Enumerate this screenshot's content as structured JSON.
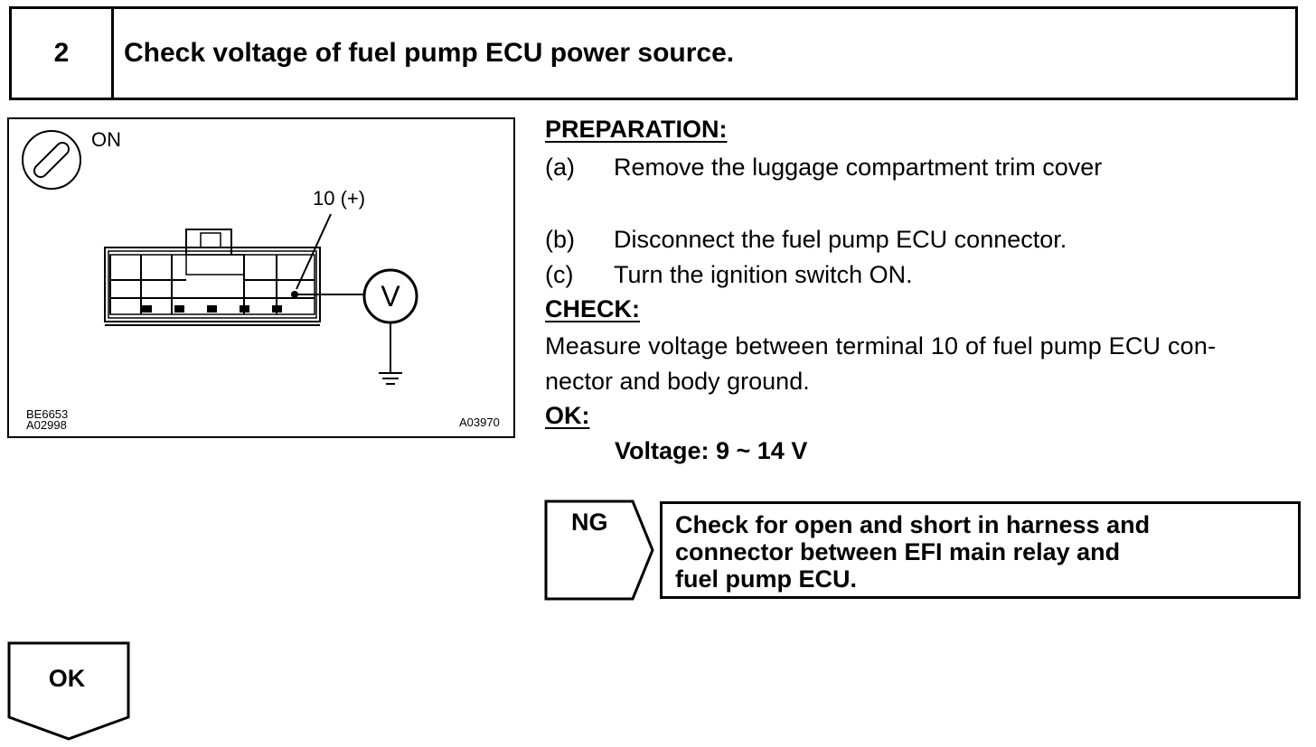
{
  "step": {
    "number": "2",
    "title": "Check voltage of fuel pump ECU power source."
  },
  "figure": {
    "switch_state": "ON",
    "terminal_label": "10 (+)",
    "meter_symbol": "V",
    "code_left_1": "BE6653",
    "code_left_2": "A02998",
    "code_right": "A03970",
    "icons": [
      "ignition-key-icon",
      "connector-icon",
      "voltmeter-icon",
      "ground-icon"
    ]
  },
  "preparation": {
    "heading": "PREPARATION:",
    "steps": [
      {
        "letter": "(a)",
        "text": "Remove the luggage compartment trim cover"
      },
      {
        "letter": "(b)",
        "text": "Disconnect the fuel pump ECU connector."
      },
      {
        "letter": "(c)",
        "text": "Turn the ignition switch ON."
      }
    ]
  },
  "check": {
    "heading": "CHECK:",
    "line1": "Measure voltage between terminal 10 of fuel pump ECU con-",
    "line2": "nector and body ground."
  },
  "ok_spec": {
    "heading": "OK:",
    "value": "Voltage: 9 ~ 14 V"
  },
  "ng_branch": {
    "label": "NG",
    "line1": "Check for open and short in harness and",
    "line2": "connector between EFI main relay and",
    "line3": "fuel pump ECU."
  },
  "ok_branch": {
    "label": "OK"
  }
}
